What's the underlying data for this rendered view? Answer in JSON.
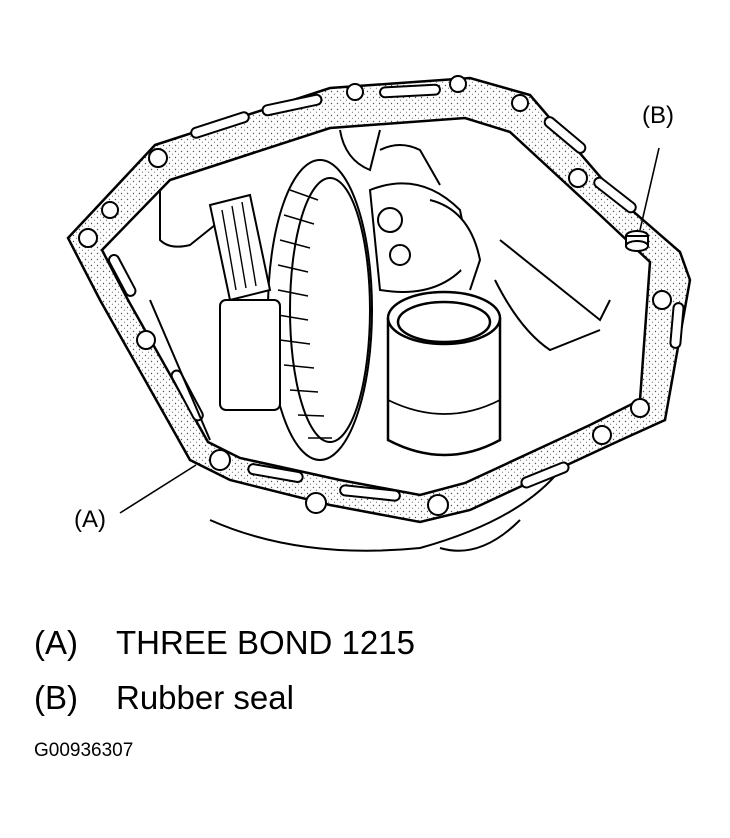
{
  "callouts": {
    "a": "(A)",
    "b": "(B)"
  },
  "legend": [
    {
      "key": "(A)",
      "text": "THREE BOND 1215"
    },
    {
      "key": "(B)",
      "text": "Rubber seal"
    }
  ],
  "figure_id": "G00936307",
  "icons": [
    "gasket-outline",
    "differential-gear",
    "ring-gear",
    "side-bearing-sleeve",
    "rubber-seal"
  ]
}
